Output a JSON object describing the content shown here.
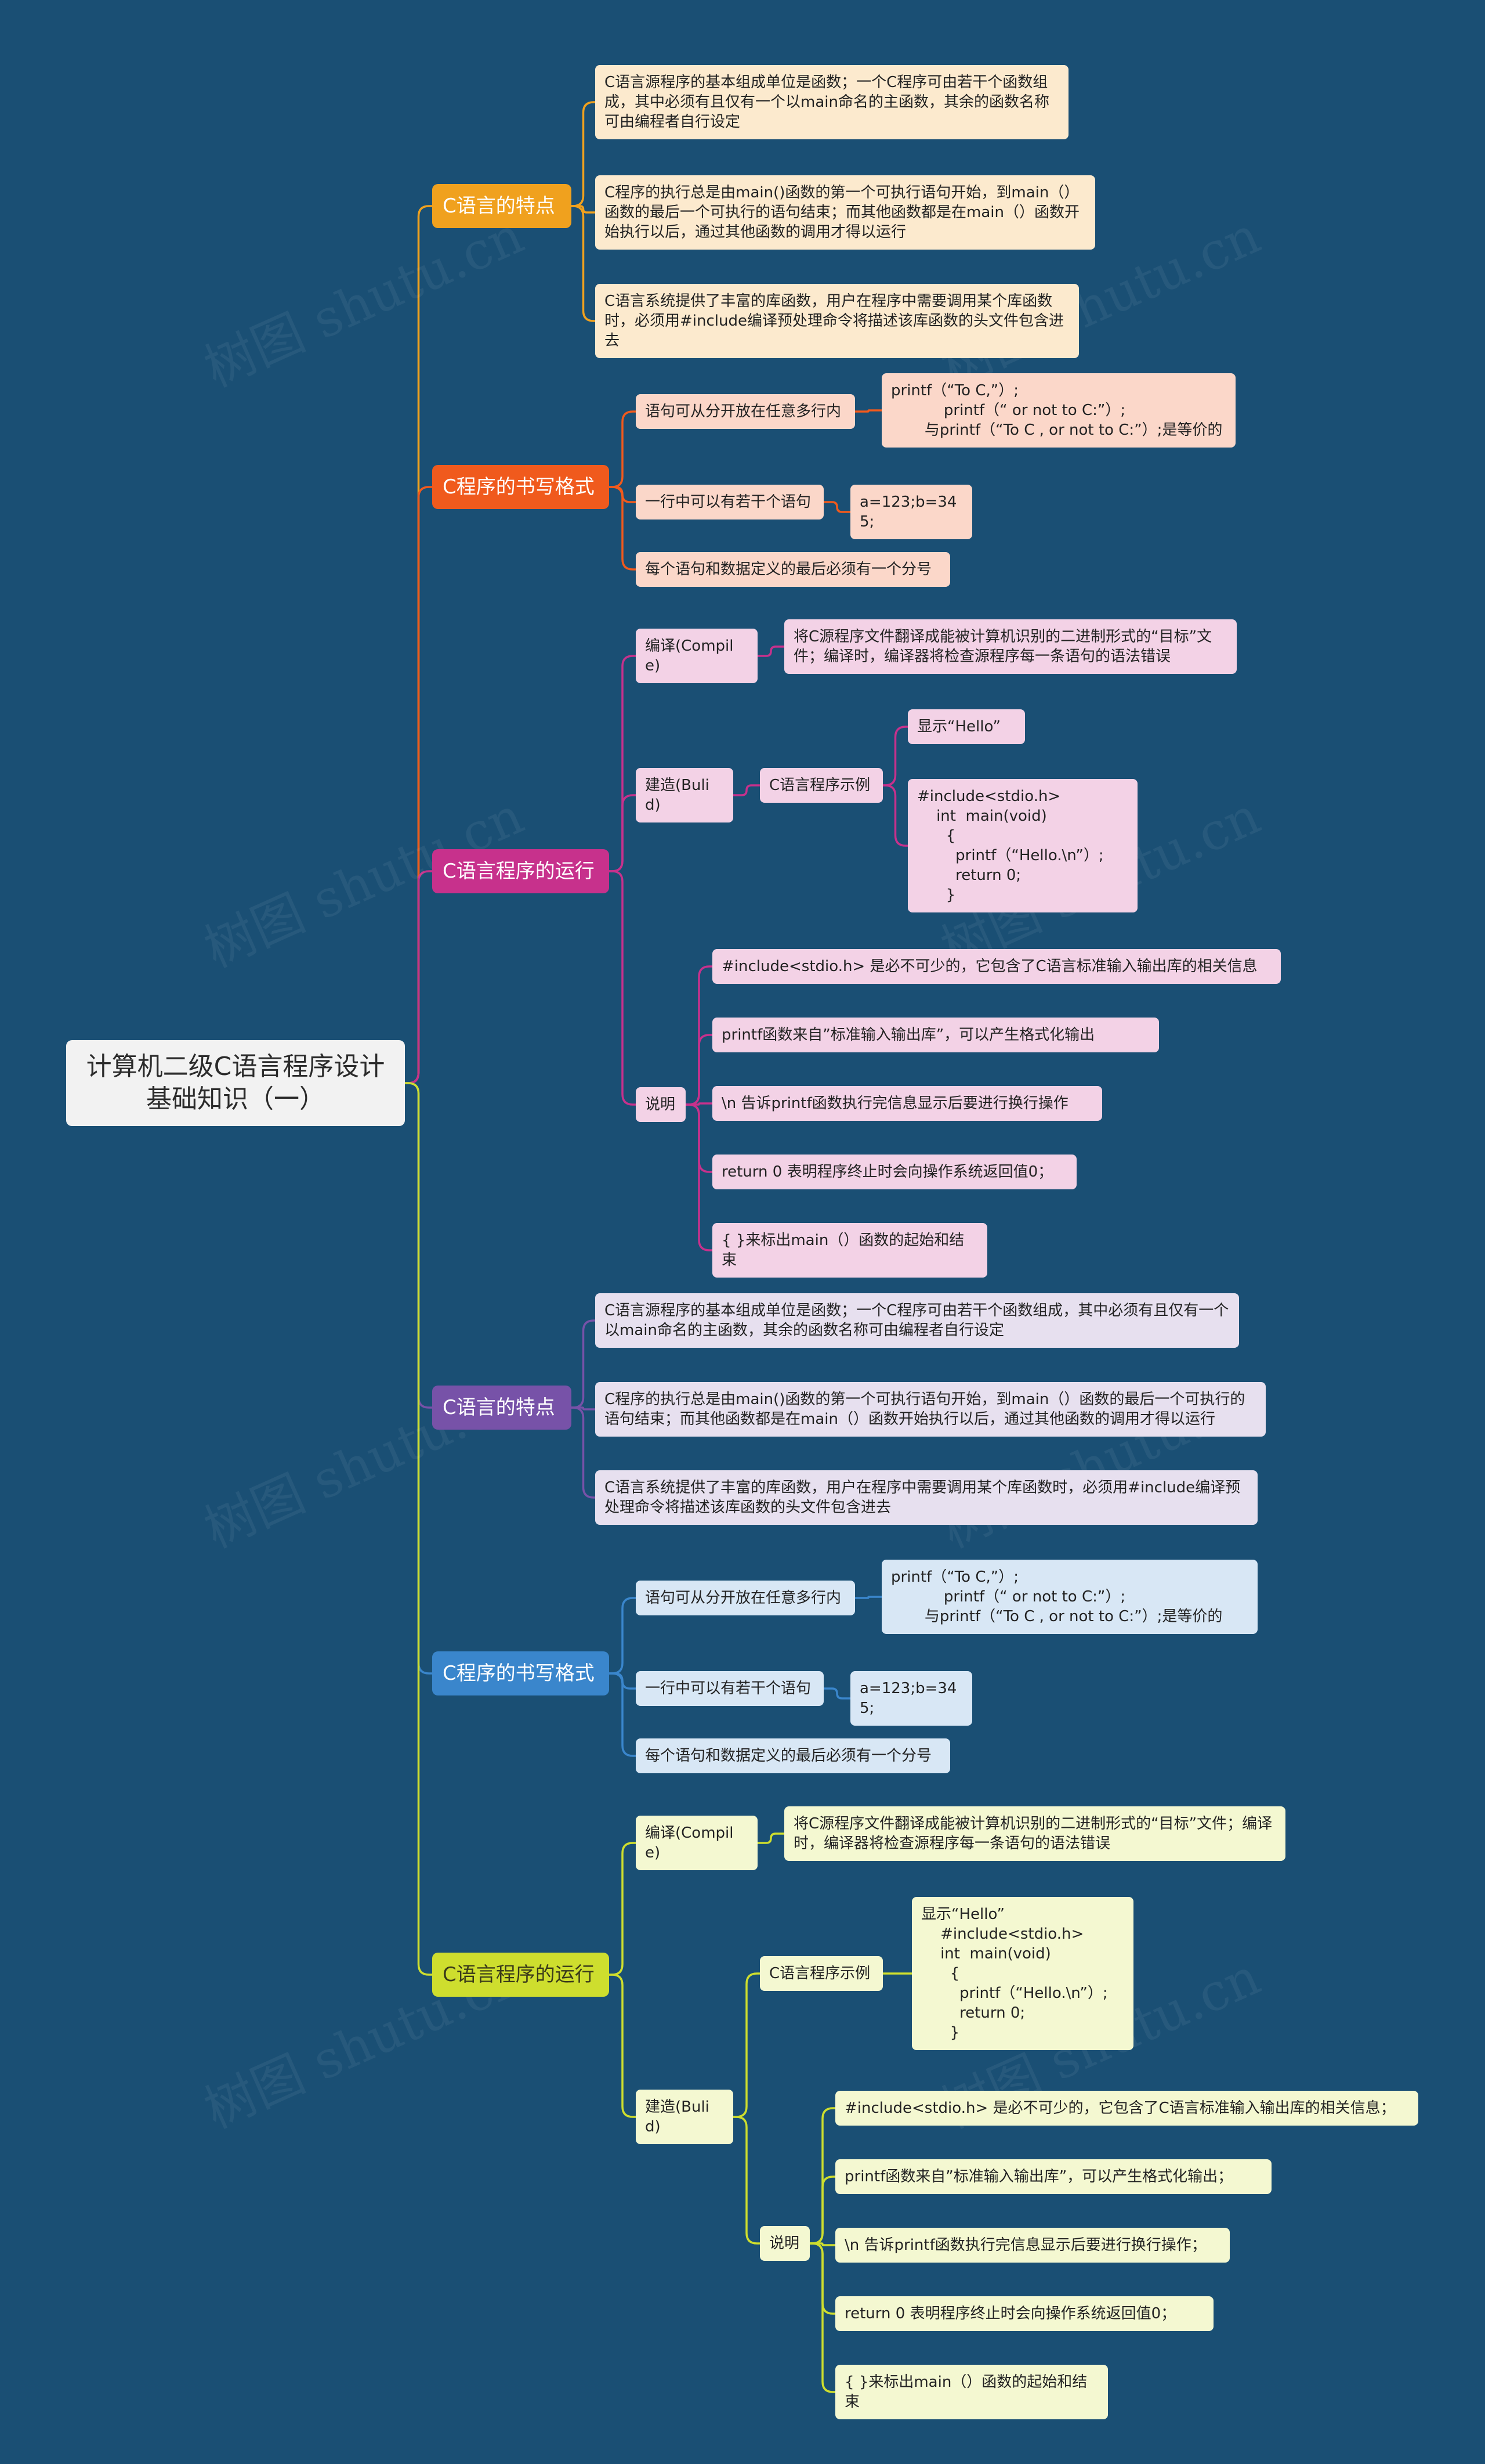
{
  "root": {
    "title": "计算机二级C语言程序设计基础知识（一）"
  },
  "colors": {
    "background": "#1a4f74",
    "branches": [
      "#f0a11e",
      "#f05a1d",
      "#c7318c",
      "#7752a8",
      "#3a86cc",
      "#cede2e"
    ]
  },
  "branches": [
    {
      "label": "C语言的特点",
      "children": [
        {
          "label": "C语言源程序的基本组成单位是函数；一个C程序可由若干个函数组成，其中必须有且仅有一个以main命名的主函数，其余的函数名称可由编程者自行设定"
        },
        {
          "label": "C程序的执行总是由main()函数的第一个可执行语句开始，到main（）函数的最后一个可执行的语句结束；而其他函数都是在main（）函数开始执行以后，通过其他函数的调用才得以运行"
        },
        {
          "label": "C语言系统提供了丰富的库函数，用户在程序中需要调用某个库函数时，必须用#include编译预处理命令将描述该库函数的头文件包含进去"
        }
      ]
    },
    {
      "label": "C程序的书写格式",
      "children": [
        {
          "label": "语句可从分开放在任意多行内",
          "children": [
            {
              "label": "printf（“To C,”）;\n           printf（“ or not to C:”）;\n       与printf（“To C , or not to C:”）;是等价的"
            }
          ]
        },
        {
          "label": "一行中可以有若干个语句",
          "children": [
            {
              "label": "a=123;b=345;"
            }
          ]
        },
        {
          "label": "每个语句和数据定义的最后必须有一个分号"
        }
      ]
    },
    {
      "label": "C语言程序的运行",
      "children": [
        {
          "label": "编译(Compile)",
          "children": [
            {
              "label": "将C源程序文件翻译成能被计算机识别的二进制形式的“目标”文件；编译时，编译器将检查源程序每一条语句的语法错误"
            }
          ]
        },
        {
          "label": "建造(Bulid)",
          "children": [
            {
              "label": "C语言程序示例",
              "children": [
                {
                  "label": "显示“Hello”"
                },
                {
                  "label": "#include<stdio.h>\n    int  main(void)\n      {\n        printf（“Hello.\\n”）;\n        return 0;\n      }"
                }
              ]
            }
          ]
        },
        {
          "label": "说明",
          "children": [
            {
              "label": "#include<stdio.h> 是必不可少的，它包含了C语言标准输入输出库的相关信息"
            },
            {
              "label": "printf函数来自”标准输入输出库”，可以产生格式化输出"
            },
            {
              "label": "\\n 告诉printf函数执行完信息显示后要进行换行操作"
            },
            {
              "label": "return 0 表明程序终止时会向操作系统返回值0；"
            },
            {
              "label": "{ }来标出main（）函数的起始和结束"
            }
          ]
        }
      ]
    },
    {
      "label": "C语言的特点",
      "children": [
        {
          "label": "C语言源程序的基本组成单位是函数；一个C程序可由若干个函数组成，其中必须有且仅有一个以main命名的主函数，其余的函数名称可由编程者自行设定"
        },
        {
          "label": "C程序的执行总是由main()函数的第一个可执行语句开始，到main（）函数的最后一个可执行的语句结束；而其他函数都是在main（）函数开始执行以后，通过其他函数的调用才得以运行"
        },
        {
          "label": "C语言系统提供了丰富的库函数，用户在程序中需要调用某个库函数时，必须用#include编译预处理命令将描述该库函数的头文件包含进去"
        }
      ]
    },
    {
      "label": "C程序的书写格式",
      "children": [
        {
          "label": "语句可从分开放在任意多行内",
          "children": [
            {
              "label": "printf（“To C,”）;\n           printf（“ or not to C:”）;\n       与printf（“To C , or not to C:”）;是等价的"
            }
          ]
        },
        {
          "label": "一行中可以有若干个语句",
          "children": [
            {
              "label": "a=123;b=345;"
            }
          ]
        },
        {
          "label": "每个语句和数据定义的最后必须有一个分号"
        }
      ]
    },
    {
      "label": "C语言程序的运行",
      "children": [
        {
          "label": "编译(Compile)",
          "children": [
            {
              "label": "将C源程序文件翻译成能被计算机识别的二进制形式的“目标”文件；编译时，编译器将检查源程序每一条语句的语法错误"
            }
          ]
        },
        {
          "label": "建造(Bulid)",
          "children": [
            {
              "label": "C语言程序示例",
              "children": [
                {
                  "label": "显示“Hello”\n    #include<stdio.h>\n    int  main(void)\n      {\n        printf（“Hello.\\n”）;\n        return 0;\n      }"
                }
              ]
            },
            {
              "label": "说明",
              "children": [
                {
                  "label": "#include<stdio.h> 是必不可少的，它包含了C语言标准输入输出库的相关信息；"
                },
                {
                  "label": "printf函数来自”标准输入输出库”，可以产生格式化输出；"
                },
                {
                  "label": "\\n 告诉printf函数执行完信息显示后要进行换行操作；"
                },
                {
                  "label": "return 0 表明程序终止时会向操作系统返回值0；"
                },
                {
                  "label": "{ }来标出main（）函数的起始和结束"
                }
              ]
            }
          ]
        }
      ]
    }
  ],
  "watermark": {
    "text": "树图 shutu.cn"
  }
}
